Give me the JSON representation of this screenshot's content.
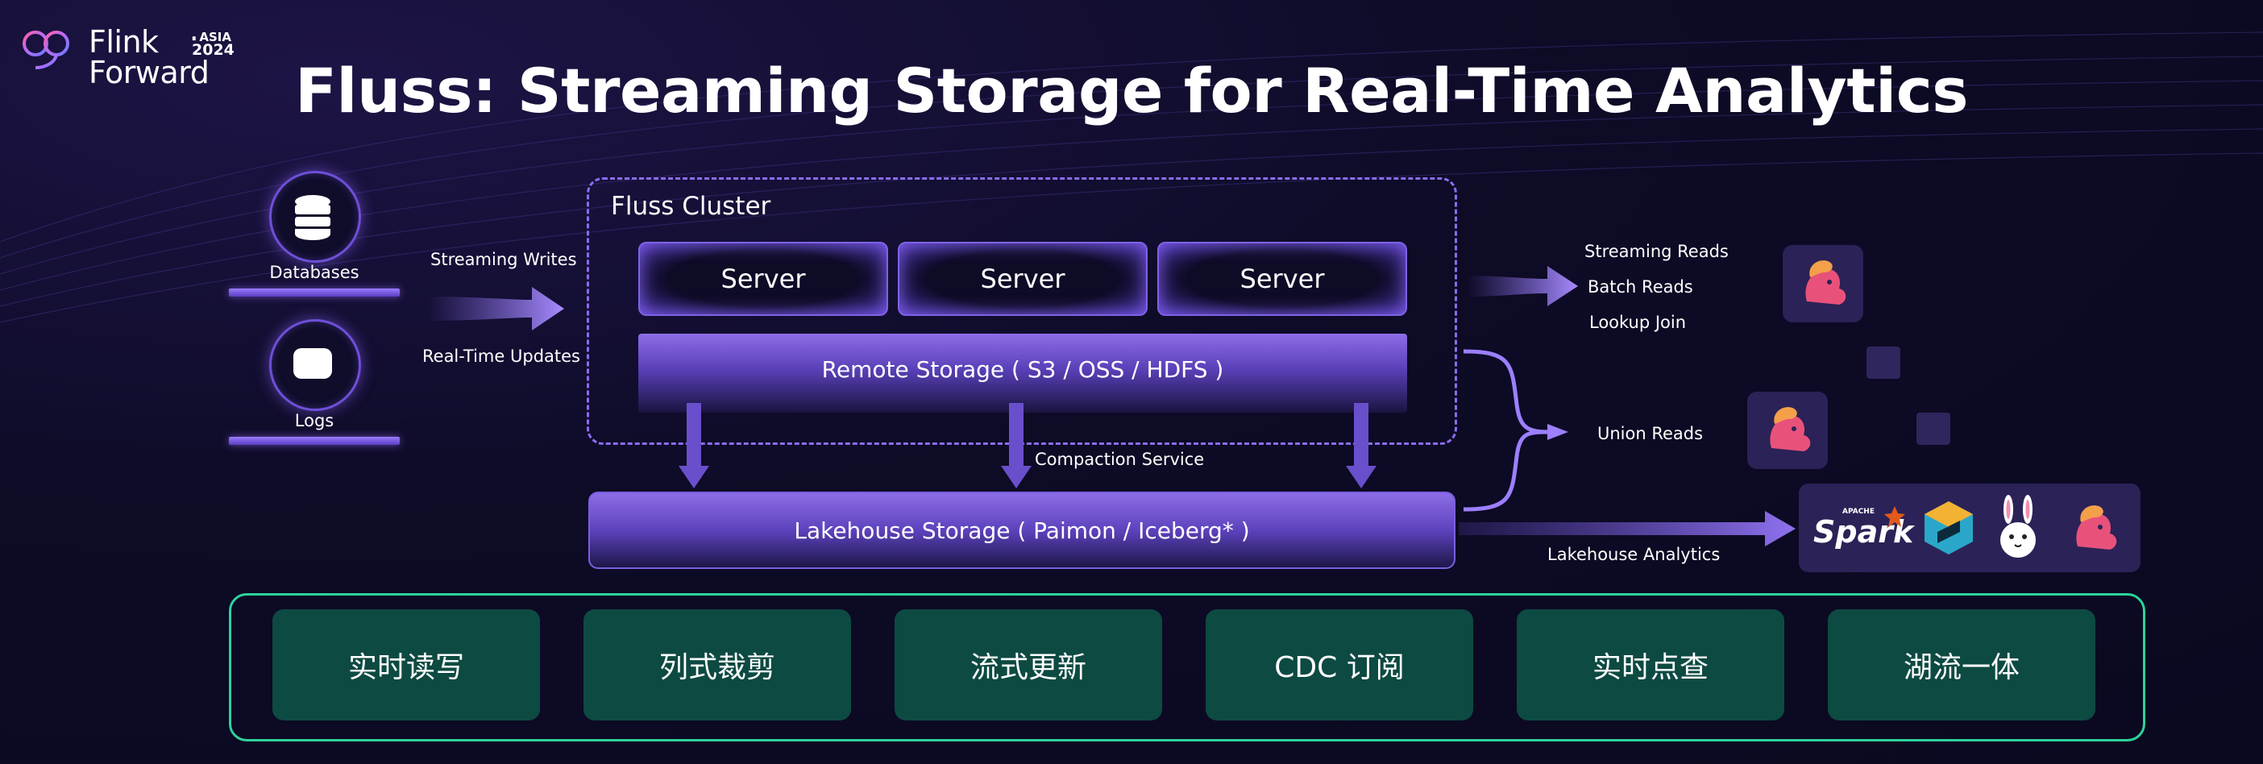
{
  "logo": {
    "line1": "Flink",
    "line2": "Forward",
    "region": "ASIA",
    "year": "2024"
  },
  "title": "Fluss: Streaming Storage for Real-Time Analytics",
  "sources": [
    {
      "label": "Databases",
      "icon": "database-icon"
    },
    {
      "label": "Logs",
      "icon": "log-icon"
    }
  ],
  "ingest": {
    "top": "Streaming Writes",
    "bottom": "Real-Time Updates"
  },
  "cluster": {
    "title": "Fluss Cluster",
    "servers": [
      "Server",
      "Server",
      "Server"
    ],
    "remote_storage": "Remote Storage ( S3 / OSS / HDFS )"
  },
  "compaction": "Compaction Service",
  "lakehouse": "Lakehouse Storage  ( Paimon / Iceberg* )",
  "reads": [
    "Streaming Reads",
    "Batch Reads",
    "Lookup Join"
  ],
  "union_reads": "Union Reads",
  "lakehouse_analytics": "Lakehouse Analytics",
  "engines": {
    "spark_small": "APACHE",
    "spark": "Spark"
  },
  "features": [
    "实时读写",
    "列式裁剪",
    "流式更新",
    "CDC 订阅",
    "实时点查",
    "湖流一体"
  ],
  "colors": {
    "accent": "#8b6cf0",
    "feature_bg": "#0d4a42",
    "feature_border": "#2ed39a",
    "background": "#0d0b26"
  }
}
